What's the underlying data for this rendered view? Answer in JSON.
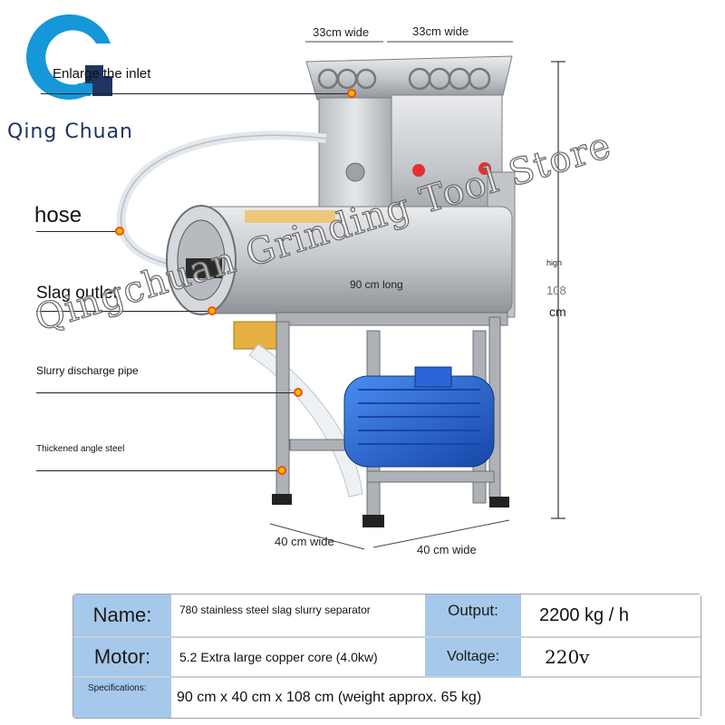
{
  "brand": {
    "name": "Qing Chuan"
  },
  "callouts": [
    {
      "id": "inlet",
      "label": "Enlarge the inlet"
    },
    {
      "id": "hose",
      "label": "hose"
    },
    {
      "id": "slag",
      "label": "Slag outlet"
    },
    {
      "id": "slurry",
      "label": "Slurry discharge pipe"
    },
    {
      "id": "steel",
      "label": "Thickened angle steel"
    }
  ],
  "dimensions": {
    "top_left_width": "33cm wide",
    "top_right_width": "33cm wide",
    "length": "90 cm long",
    "height_word": "high",
    "height_value": "108",
    "height_unit": "cm",
    "base_left_width": "40 cm wide",
    "base_right_width": "40 cm wide"
  },
  "watermark": "Qingchuan Grinding Tool Store",
  "spec_table": {
    "name_label": "Name:",
    "name_value": "780 stainless steel slag slurry separator",
    "output_label": "Output:",
    "output_value": "2200 kg / h",
    "motor_label": "Motor:",
    "motor_value": "5.2 Extra large copper core (4.0kw)",
    "voltage_label": "Voltage:",
    "voltage_value": "220v",
    "spec_label": "Specifications:",
    "spec_value": "90 cm x 40 cm x 108 cm (weight approx. 65 kg)"
  },
  "colors": {
    "label_cell": "#a6c8ea",
    "logo_blue": "#1597d8",
    "logo_navy": "#1e3560",
    "callout_dot": "#f5c400",
    "steel": "#c9ccd0",
    "motor": "#1f5fd0"
  }
}
